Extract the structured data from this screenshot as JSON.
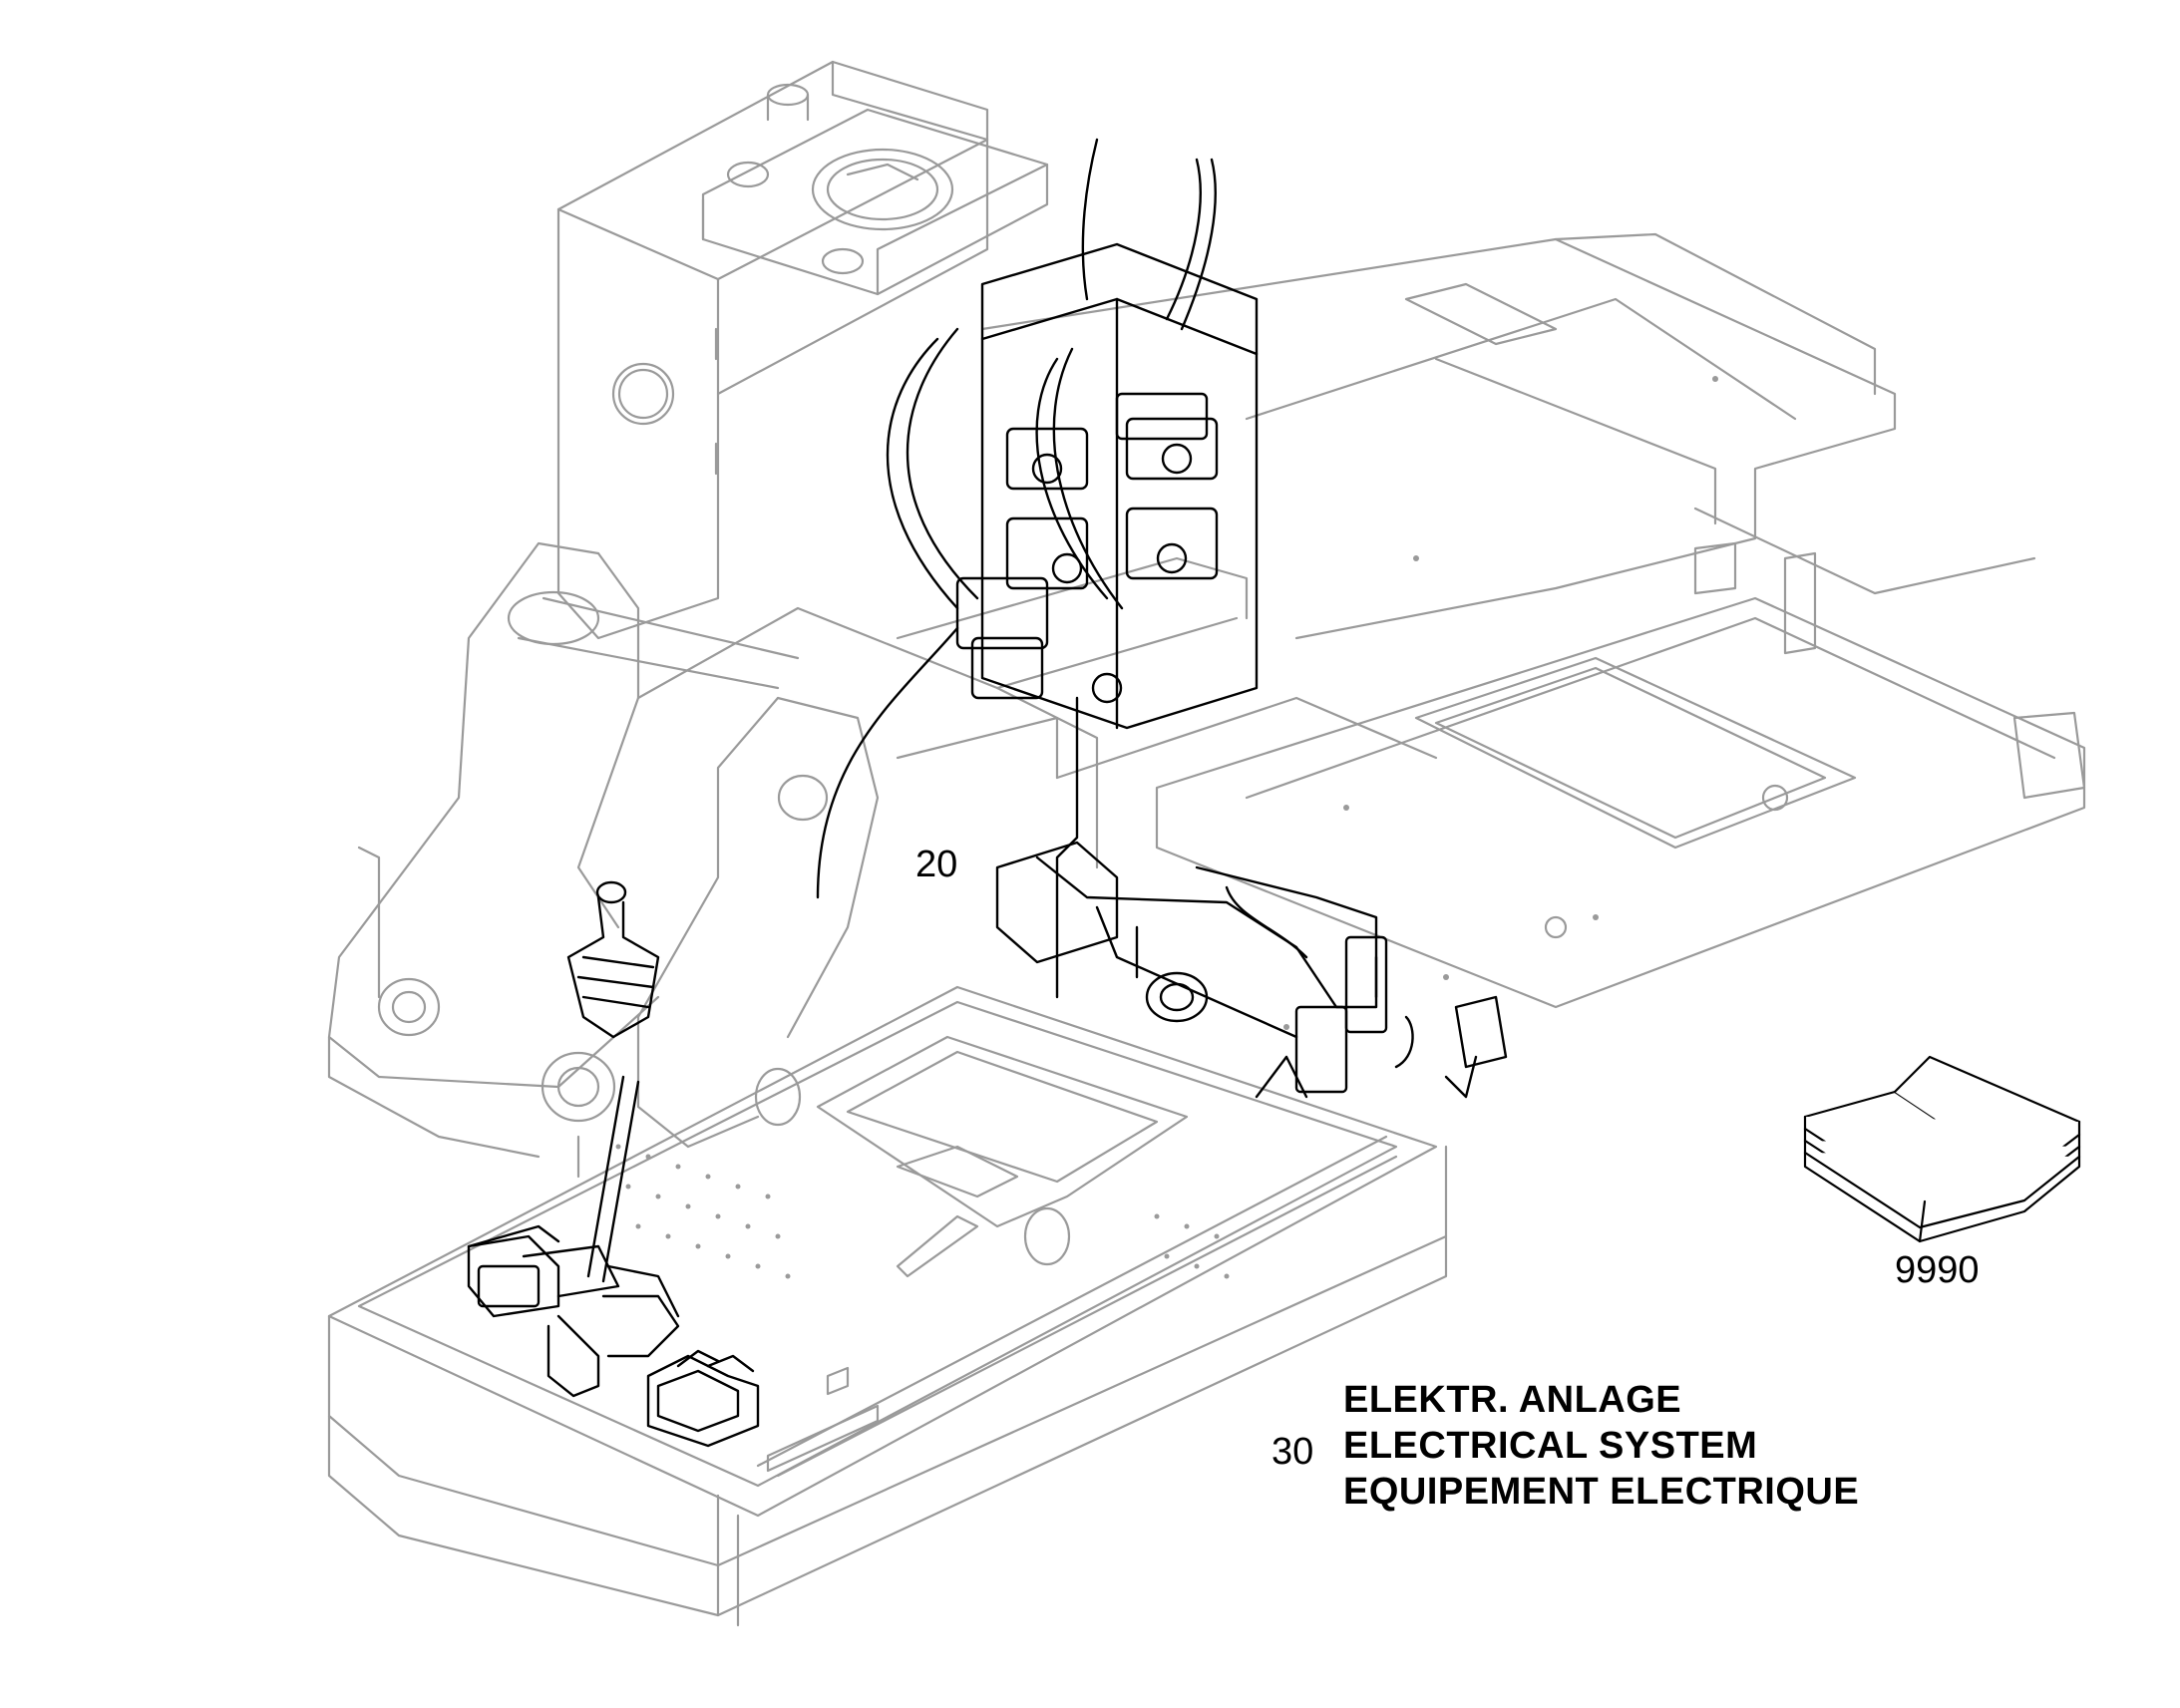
{
  "callouts": {
    "item_20": "20",
    "item_30": "30",
    "item_9990": "9990"
  },
  "section_titles": {
    "de": "ELEKTR. ANLAGE",
    "en": "ELECTRICAL SYSTEM",
    "fr": "EQUIPEMENT ELECTRIQUE"
  },
  "colors": {
    "outline": "#9a9a9a",
    "highlight": "#000000",
    "background": "#ffffff"
  },
  "icons": {
    "manual": "open-book-icon"
  }
}
